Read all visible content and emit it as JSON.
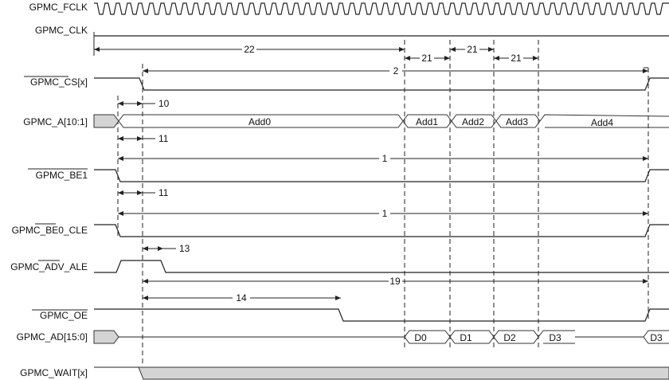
{
  "signals": {
    "fclk": "GPMC_FCLK",
    "clk": "GPMC_CLK",
    "cs": "GPMC_CS[x]",
    "addr": "GPMC_A[10:1]",
    "be1": "GPMC_BE1",
    "be0_prefix": "GPMC_",
    "be0_over": "BE0",
    "be0_suffix": "_CLE",
    "adv_prefix": "GPMC_",
    "adv_over": "ADV",
    "adv_suffix": "_ALE",
    "oe": "GPMC_OE",
    "ad": "GPMC_AD[15:0]",
    "wait": "GPMC_WAIT[x]"
  },
  "address_values": [
    "Add0",
    "Add1",
    "Add2",
    "Add3",
    "Add4"
  ],
  "data_values": [
    "D0",
    "D1",
    "D2",
    "D3",
    "D3"
  ],
  "timing_labels": {
    "t22": "22",
    "t21a": "21",
    "t21b": "21",
    "t21c": "21",
    "t2": "2",
    "t10": "10",
    "t11a": "11",
    "t1a": "1",
    "t11b": "11",
    "t1b": "1",
    "t13": "13",
    "t19": "19",
    "t14": "14"
  },
  "colors": {
    "line": "#222222",
    "shade": "#d4d4d4"
  }
}
